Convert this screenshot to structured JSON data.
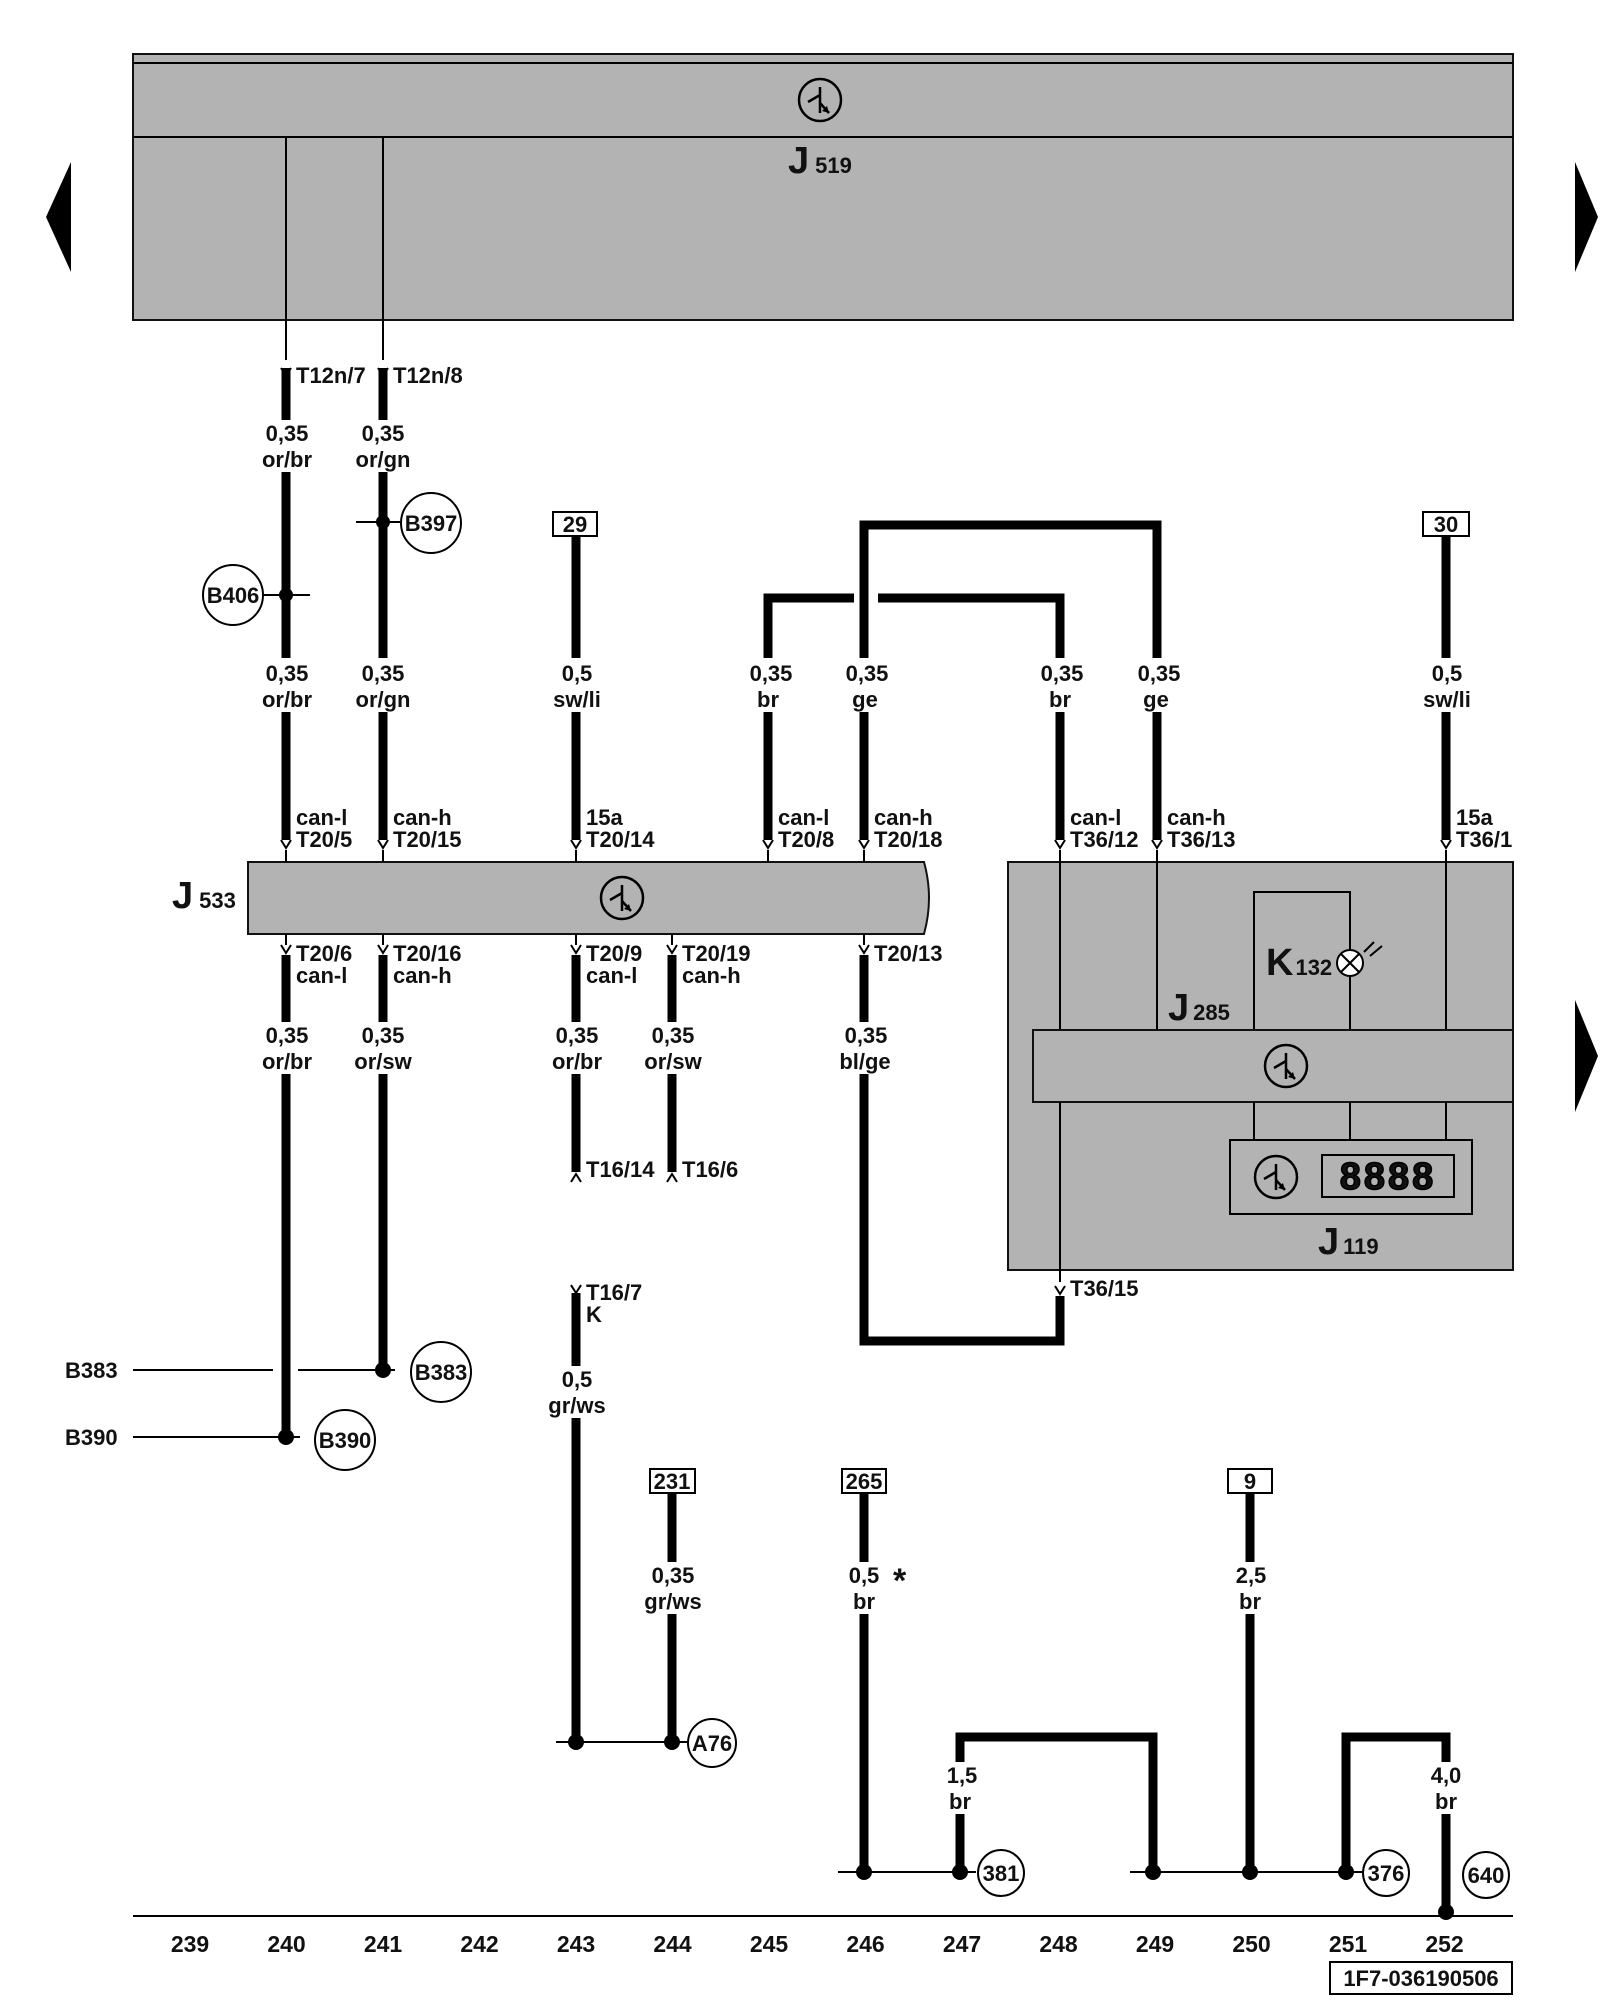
{
  "modules": {
    "j519": {
      "letter": "J",
      "sub": "519"
    },
    "j533": {
      "letter": "J",
      "sub": "533"
    },
    "j285": {
      "letter": "J",
      "sub": "285"
    },
    "j119": {
      "letter": "J",
      "sub": "119"
    },
    "k132": {
      "letter": "K",
      "sub": "132"
    }
  },
  "display_digits": "8888",
  "pins": {
    "t12n7": "T12n/7",
    "t12n8": "T12n/8",
    "t20_5": "T20/5",
    "t20_15": "T20/15",
    "t20_14": "T20/14",
    "t20_8": "T20/8",
    "t20_18": "T20/18",
    "t36_12": "T36/12",
    "t36_13": "T36/13",
    "t36_1": "T36/1",
    "t20_6": "T20/6",
    "t20_16": "T20/16",
    "t20_9": "T20/9",
    "t20_19": "T20/19",
    "t20_13": "T20/13",
    "t16_14": "T16/14",
    "t16_6": "T16/6",
    "t16_7": "T16/7",
    "t36_15": "T36/15"
  },
  "signals": {
    "can_l": "can-l",
    "can_h": "can-h",
    "s15a": "15a",
    "k": "K"
  },
  "wires": {
    "w240a": {
      "size": "0,35",
      "color": "or/br"
    },
    "w241a": {
      "size": "0,35",
      "color": "or/gn"
    },
    "w240b": {
      "size": "0,35",
      "color": "or/br"
    },
    "w241b": {
      "size": "0,35",
      "color": "or/gn"
    },
    "w243a": {
      "size": "0,5",
      "color": "sw/li"
    },
    "w245a": {
      "size": "0,35",
      "color": "br"
    },
    "w246a": {
      "size": "0,35",
      "color": "ge"
    },
    "w248a": {
      "size": "0,35",
      "color": "br"
    },
    "w249a": {
      "size": "0,35",
      "color": "ge"
    },
    "w252a": {
      "size": "0,5",
      "color": "sw/li"
    },
    "w240c": {
      "size": "0,35",
      "color": "or/br"
    },
    "w241c": {
      "size": "0,35",
      "color": "or/sw"
    },
    "w243c": {
      "size": "0,35",
      "color": "or/br"
    },
    "w244c": {
      "size": "0,35",
      "color": "or/sw"
    },
    "w246c": {
      "size": "0,35",
      "color": "bl/ge"
    },
    "w243d": {
      "size": "0,5",
      "color": "gr/ws"
    },
    "w244d": {
      "size": "0,35",
      "color": "gr/ws"
    },
    "w246d": {
      "size": "0,5",
      "color": "br"
    },
    "w247d": {
      "size": "1,5",
      "color": "br"
    },
    "w250d": {
      "size": "2,5",
      "color": "br"
    },
    "w252d": {
      "size": "4,0",
      "color": "br"
    }
  },
  "asterisk": "*",
  "terminals": {
    "t29": "29",
    "t30": "30",
    "t231": "231",
    "t265": "265",
    "t9": "9"
  },
  "connectors": {
    "b397": "B397",
    "b406": "B406",
    "b383": "B383",
    "b390": "B390",
    "a76": "A76",
    "c381": "381",
    "c376": "376",
    "c640": "640"
  },
  "side_labels": {
    "b383": "B383",
    "b390": "B390"
  },
  "columns": [
    "239",
    "240",
    "241",
    "242",
    "243",
    "244",
    "245",
    "246",
    "247",
    "248",
    "249",
    "250",
    "251",
    "252"
  ],
  "footer_code": "1F7-036190506"
}
